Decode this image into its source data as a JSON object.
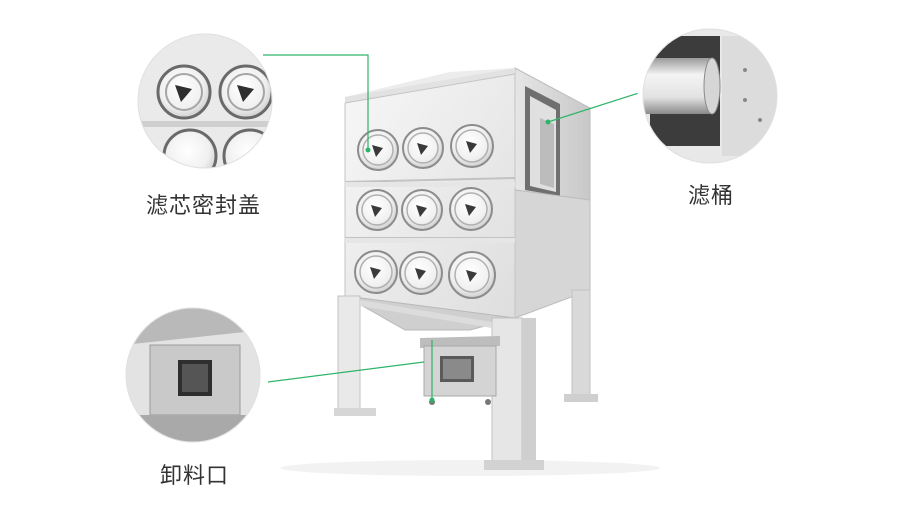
{
  "labels": {
    "filter_seal_cover": "滤芯密封盖",
    "filter_bucket": "滤桶",
    "discharge_outlet": "卸料口"
  },
  "colors": {
    "leader_line": "#2fb36a",
    "cabinet_light": "#f2f2f2",
    "cabinet_mid": "#d9d9d9",
    "cabinet_dark": "#b5b5b5",
    "cover_shadow": "#3a3a3a"
  }
}
